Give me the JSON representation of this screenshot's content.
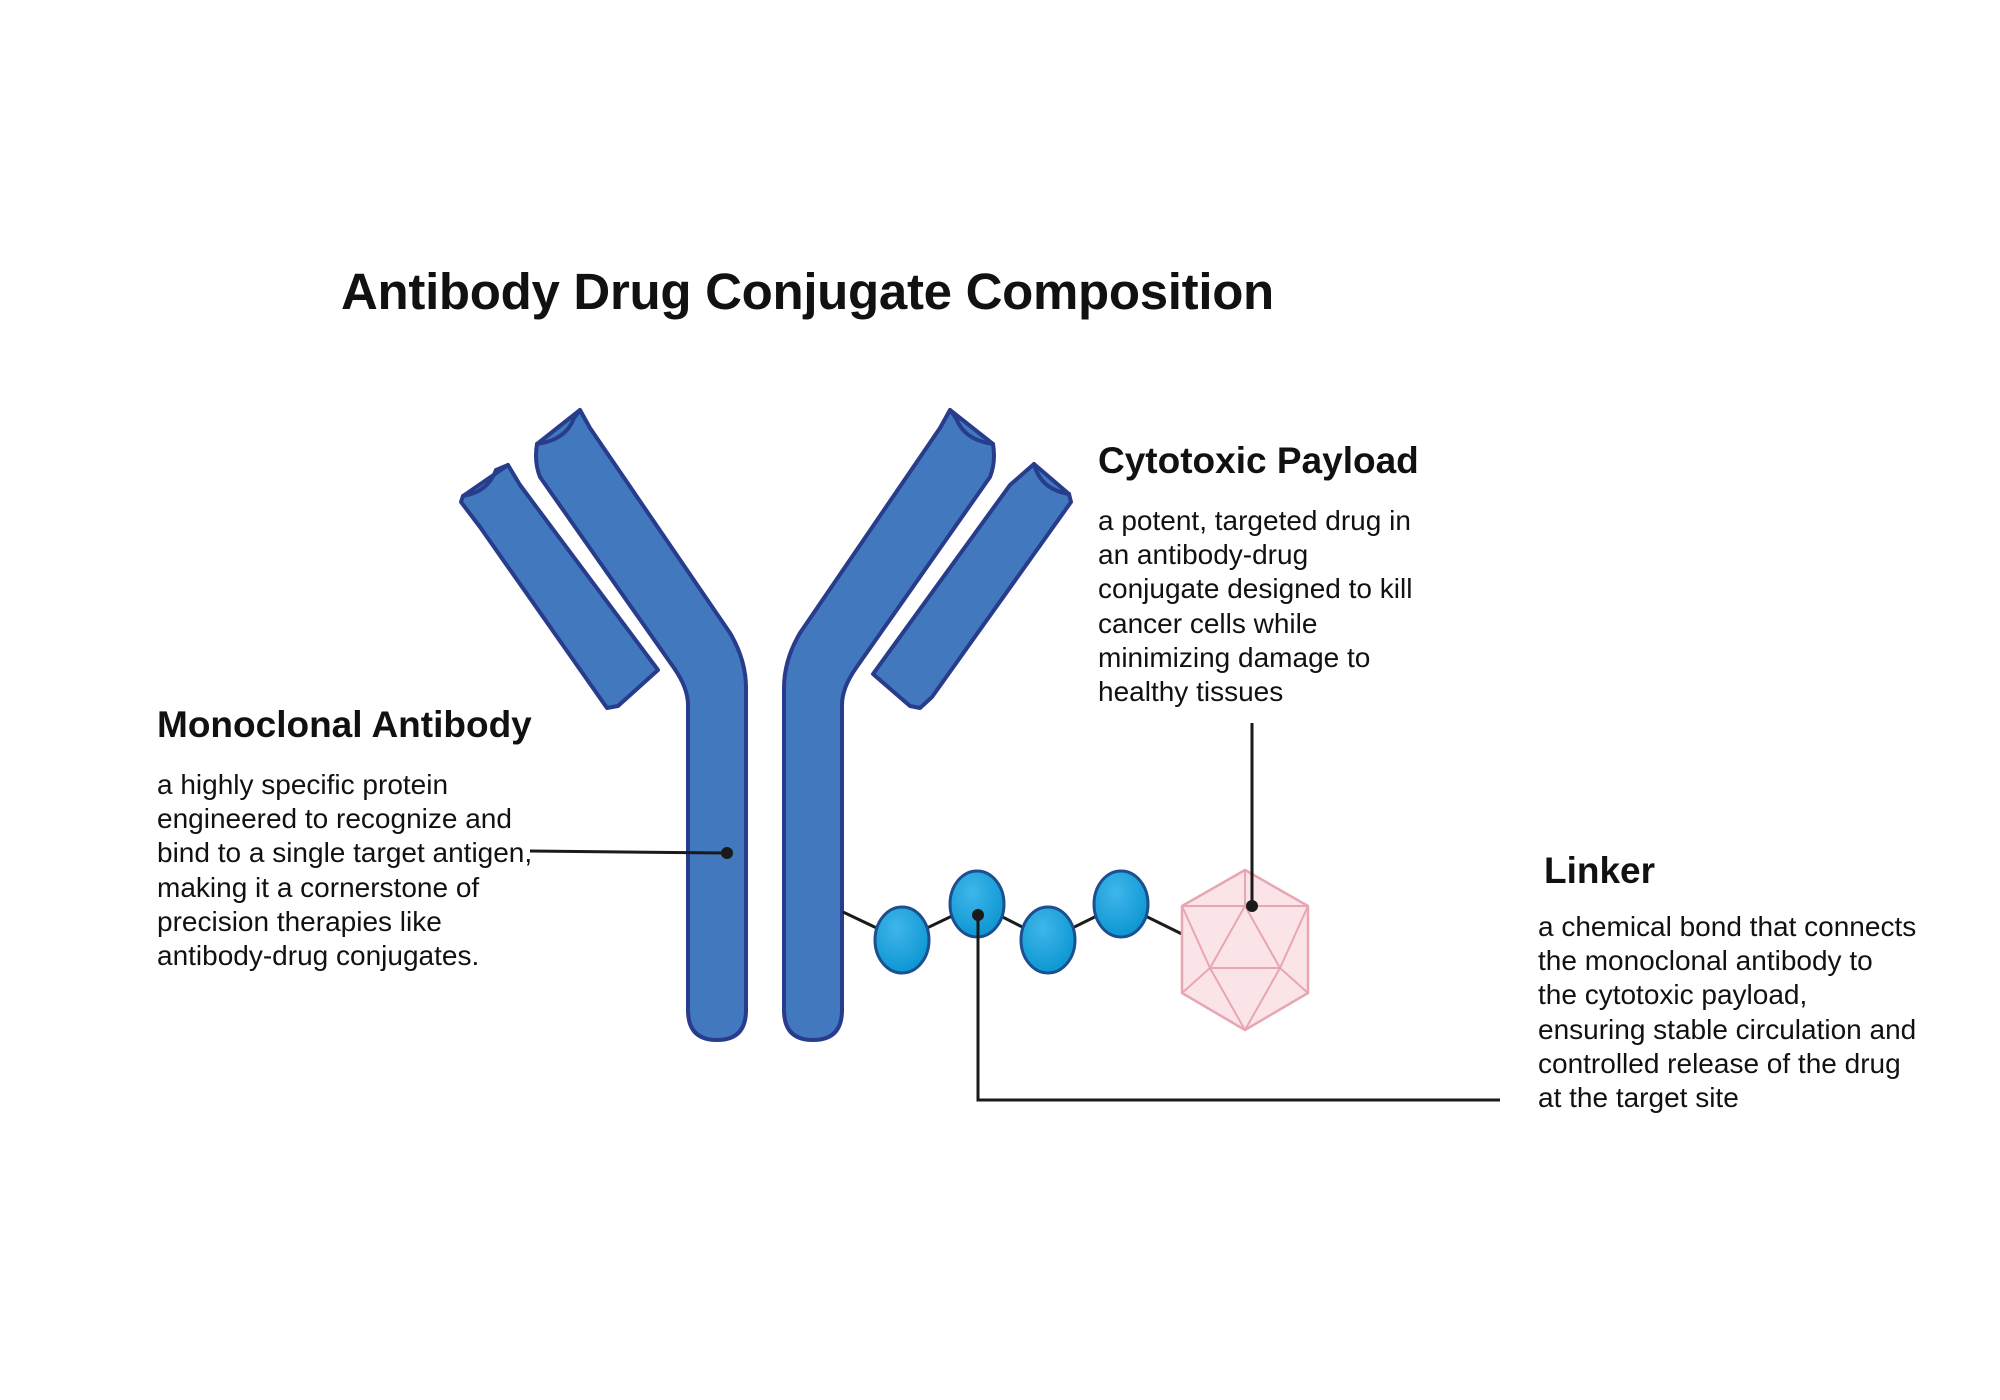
{
  "diagram": {
    "title": "Antibody Drug Conjugate Composition",
    "labels": {
      "monoclonal_antibody": {
        "heading": "Monoclonal Antibody",
        "description": "a highly specific protein engineered to recognize and bind to a single target antigen, making it a cornerstone of precision therapies like antibody-drug conjugates."
      },
      "cytotoxic_payload": {
        "heading": "Cytotoxic Payload",
        "description": "a potent, targeted drug in an antibody-drug conjugate designed to kill cancer cells while minimizing damage to healthy tissues"
      },
      "linker": {
        "heading": "Linker",
        "description": "a chemical bond that connects the monoclonal antibody to the cytotoxic payload, ensuring stable circulation and controlled release of the drug at the target site"
      }
    },
    "colors": {
      "antibody_fill": "#4178be",
      "antibody_outline": "#283c8c",
      "linker_bead_fill": "#0c96d2",
      "linker_bead_outline": "#1c4f8f",
      "payload_fill": "#fbe4e8",
      "payload_outline": "#e8a6b2",
      "leader_line": "#1a1a1a"
    }
  }
}
